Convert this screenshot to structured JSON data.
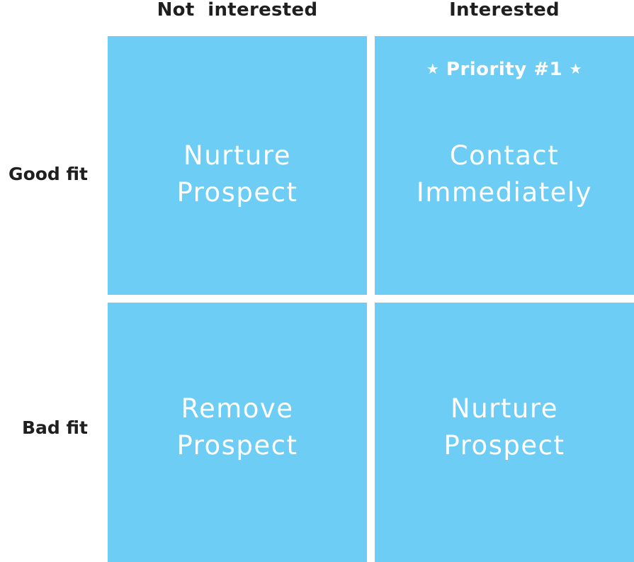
{
  "columns": {
    "left": "Not  interested",
    "right": "Interested"
  },
  "rows": {
    "top": "Good fit",
    "bottom": "Bad fit"
  },
  "cells": {
    "top_left": {
      "line1": "Nurture",
      "line2": "Prospect"
    },
    "top_right": {
      "line1": "Contact",
      "line2": "Immediately",
      "badge": "Priority #1"
    },
    "bottom_left": {
      "line1": "Remove",
      "line2": "Prospect"
    },
    "bottom_right": {
      "line1": "Nurture",
      "line2": "Prospect"
    }
  },
  "icons": {
    "star": "★"
  },
  "colors": {
    "cell_fill": "#6dcdf4",
    "label_text": "#1f1f1f",
    "cell_text": "#ffffff"
  }
}
